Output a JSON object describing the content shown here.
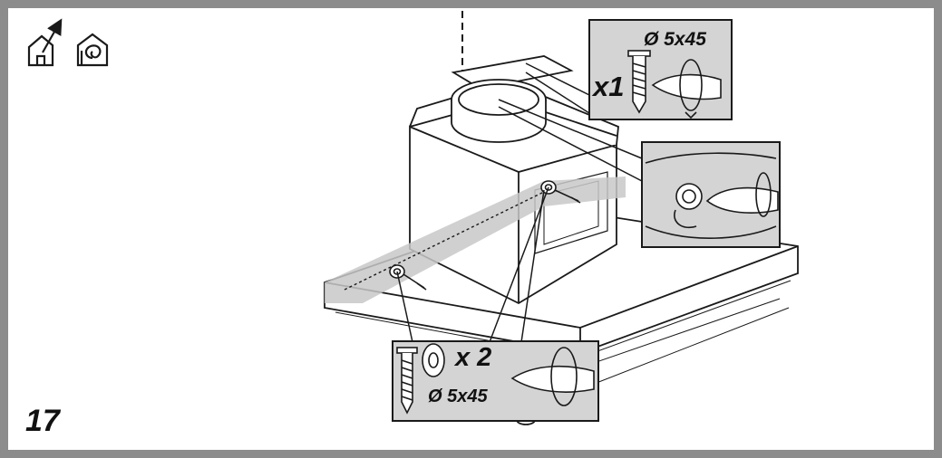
{
  "step": {
    "number": "17"
  },
  "icons": [
    {
      "name": "house-exhaust-icon"
    },
    {
      "name": "house-recirculation-icon"
    }
  ],
  "callouts": {
    "top": {
      "diameter_size": "Ø 5x45",
      "quantity": "x1"
    },
    "bottom": {
      "quantity": "x 2",
      "diameter_size": "Ø 5x45"
    }
  },
  "colors": {
    "frame": "#8c8c8c",
    "callout_fill": "#d4d4d4",
    "band": "#c8c8c8",
    "line": "#1a1a1a"
  }
}
